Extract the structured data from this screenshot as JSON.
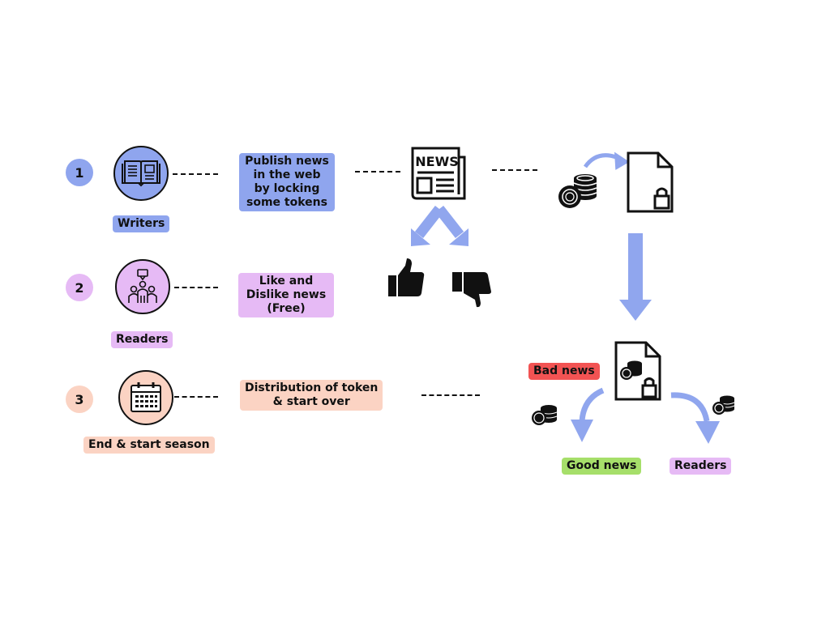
{
  "steps": [
    {
      "number": "1",
      "role": "Writers",
      "action_lines": [
        "Publish news",
        "in the web",
        "by locking",
        "some tokens"
      ]
    },
    {
      "number": "2",
      "role": "Readers",
      "action_lines": [
        "Like and",
        "Dislike news",
        "(Free)"
      ]
    },
    {
      "number": "3",
      "role": "End & start season",
      "action_lines": [
        "Distribution of token",
        "& start over"
      ]
    }
  ],
  "news_icon_text": "NEWS",
  "outcomes": {
    "bad_news": "Bad news",
    "good_news": "Good news",
    "readers": "Readers"
  },
  "colors": {
    "writers": "#8fa5ee",
    "readers": "#e6baf5",
    "season": "#fbd3c3",
    "bad_news": "#f25353",
    "good_news": "#a6df6a",
    "arrow": "#90a6ee"
  },
  "icons": [
    "open-book-icon",
    "people-group-icon",
    "calendar-icon",
    "newspaper-icon",
    "coins-icon",
    "locked-document-icon",
    "thumbs-up-icon",
    "thumbs-down-icon"
  ]
}
